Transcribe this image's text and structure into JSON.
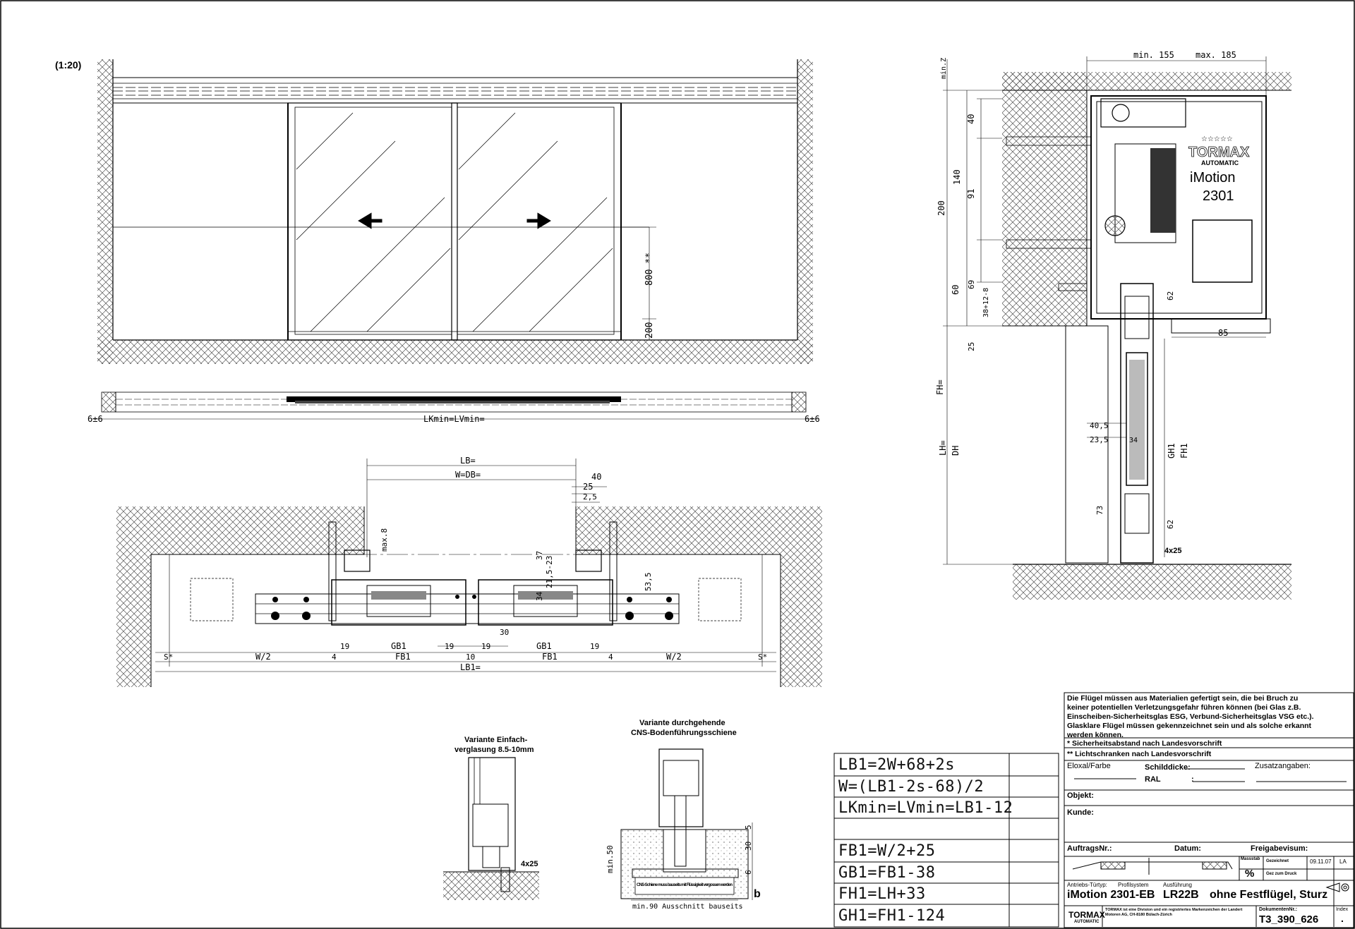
{
  "scale": "(1:20)",
  "elevation": {
    "arrows": [
      "left-arrow",
      "right-arrow"
    ],
    "dim_800": "800 **",
    "dim_200": "200",
    "lk_dim": "LKmin=LVmin=",
    "tol_left": "6±6",
    "tol_right": "6±6"
  },
  "plan": {
    "lb": "LB=",
    "w_db": "W=DB=",
    "d40": "40",
    "d25": "25",
    "d2_5": "2,5",
    "max8": "max.8",
    "d37": "37",
    "d21": "21,5-23",
    "d34": "34",
    "d53": "53,5",
    "s_left": "S*",
    "s_right": "S*",
    "w2_left": "W/2",
    "w2_right": "W/2",
    "d4a": "4",
    "d19a": "19",
    "gb1a": "GB1",
    "d19b": "19",
    "d10": "10",
    "d19c": "19",
    "gb1b": "GB1",
    "d19d": "19",
    "d4b": "4",
    "fb1a": "FB1",
    "fb1b": "FB1",
    "d30": "30",
    "lb1": "LB1="
  },
  "section": {
    "min155": "min. 155",
    "max185": "max. 185",
    "minZ": "min.Z",
    "d40": "40",
    "d140": "140",
    "d91": "91",
    "d200": "200",
    "d60": "60",
    "d69": "69",
    "d38": "38+12-8",
    "d25": "25",
    "fh": "FH=",
    "lh": "LH=",
    "dh": "DH",
    "d62a": "62",
    "d85": "85",
    "d40_5": "40,5",
    "d23_5": "23,5",
    "d34": "34",
    "gh1": "GH1",
    "fh1": "FH1",
    "d73": "73",
    "d62b": "62",
    "d4x25": "4x25",
    "brand": "TORMAX",
    "brand_sub": "AUTOMATIC",
    "model1": "iMotion",
    "model2": "2301",
    "stars": "☆☆☆☆☆"
  },
  "detail_left": {
    "title1": "Variante Einfach-",
    "title2": "verglasung 8.5-10mm",
    "d4x25": "4x25"
  },
  "detail_right": {
    "title1": "Variante durchgehende",
    "title2": "CNS-Bodenführungsschiene",
    "min50": "min.50",
    "d30": "30",
    "d5": "5",
    "d6": "6",
    "min90": "min.90 Ausschnitt bauseits",
    "b": "b",
    "note": "CNS-Schiene muss bauseits mit Flüssigkeit vergossen werden"
  },
  "formulas": [
    "LB1=2W+68+2s",
    "W=(LB1-2s-68)/2",
    "LKmin=LVmin=LB1-12",
    "FB1=W/2+25",
    "GB1=FB1-38",
    "FH1=LH+33",
    "GH1=FH1-124"
  ],
  "title_block": {
    "note1": "Die Flügel müssen aus Materialien gefertigt sein, die bei Bruch zu keiner potentiellen Verletzungsgefahr führen können (bei Glas z.B. Einscheiben-Sicherheitsglas ESG, Verbund-Sicherheitsglas VSG etc.). Glasklare Flügel müssen gekennzeichnet sein und als solche erkannt werden können.",
    "note2": "* Sicherheitsabstand nach Landesvorschrift",
    "note3": "** Lichtschranken nach Landesvorschrift",
    "eloxal": "Eloxal/Farbe",
    "schild": "Schilddicke:",
    "zusatz": "Zusatzangaben:",
    "ral": "RAL",
    "colon": ":",
    "objekt": "Objekt:",
    "kunde": "Kunde:",
    "auftrag": "AuftragsNr.:",
    "datum": "Datum:",
    "freigabe": "Freigabevisum:",
    "massstab": "Massstab",
    "percent": "%",
    "gezeichnet": "Gezeichnet",
    "gez_date": "09.11.07",
    "gez_by": "LA",
    "gezum": "Gez zum Druck",
    "antrieb_lbl": "Antriebs-Türtyp:",
    "profil_lbl": "Profilsystem",
    "ausf_lbl": "Ausführung",
    "antrieb": "iMotion 2301-EB",
    "profil": "LR22B",
    "ausf": "ohne Festflügel, Sturz",
    "logo": "TORMAX",
    "logo_sub": "AUTOMATIC",
    "copyright": "TORMAX ist eine Division und ein registriertes Markenzeichen der Landert Motoren AG, CH-8180 Bülach-Zürich",
    "dok_lbl": "DokumentenNr.:",
    "dok": "T3_390_626",
    "index_lbl": "Index",
    "index": "."
  }
}
